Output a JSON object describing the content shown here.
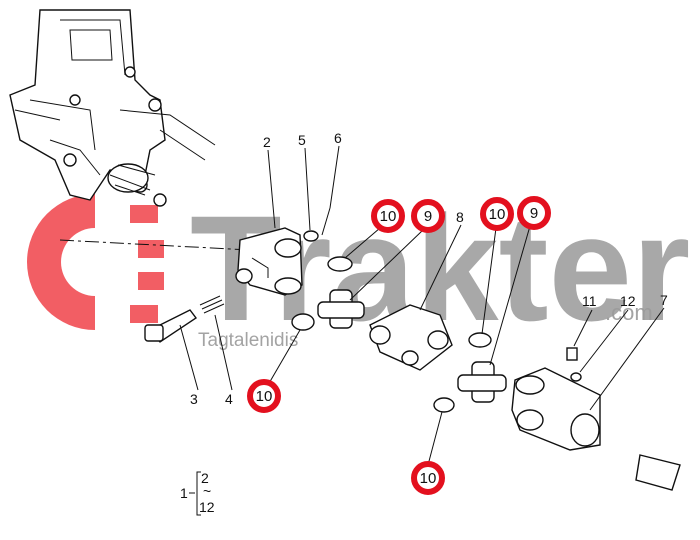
{
  "watermark": {
    "brand": "Trakter",
    "suffix": ".com",
    "tagline": "Tagtalenidis",
    "logo_color": "#f0424a"
  },
  "callout_color": "#e3101e",
  "labels": {
    "l2": "2",
    "l5": "5",
    "l6": "6",
    "l8": "8",
    "l11": "11",
    "l12": "12",
    "l7": "7",
    "l3": "3",
    "l4": "4"
  },
  "circled_labels": [
    "10",
    "9",
    "10",
    "9",
    "10",
    "10"
  ],
  "assembly_legend": {
    "parent": "1",
    "from": "2",
    "range_symbol": "~",
    "to": "12"
  }
}
